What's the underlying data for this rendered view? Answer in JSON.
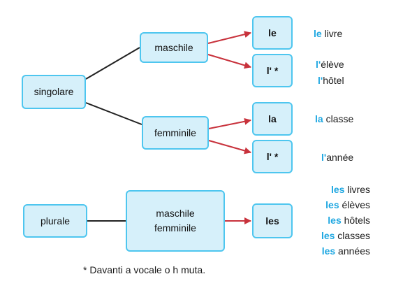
{
  "nodes": {
    "singolare": "singolare",
    "maschile": "maschile",
    "femminile": "femminile",
    "plurale": "plurale",
    "maschile_femminile": [
      "maschile",
      "femminile"
    ],
    "le": "le",
    "l_masc": "l' *",
    "la": "la",
    "l_fem": "l' *",
    "les": "les"
  },
  "examples": {
    "le": [
      {
        "article": "le",
        "word": " livre"
      }
    ],
    "l_masc": [
      {
        "article": "l'",
        "word": "élève"
      },
      {
        "article": "l'",
        "word": "hôtel"
      }
    ],
    "la": [
      {
        "article": "la",
        "word": " classe"
      }
    ],
    "l_fem": [
      {
        "article": "l'",
        "word": "année"
      }
    ],
    "les": [
      {
        "article": "les",
        "word": " livres"
      },
      {
        "article": "les",
        "word": " élèves"
      },
      {
        "article": "les",
        "word": " hôtels"
      },
      {
        "article": "les",
        "word": " classes"
      },
      {
        "article": "les",
        "word": " années"
      }
    ]
  },
  "footnote": "* Davanti a vocale o h muta.",
  "colors": {
    "node_fill": "#d6f0fa",
    "node_border": "#4ec6ef",
    "arrow": "#c8323c",
    "line": "#222222",
    "article_highlight": "#1ea7e1"
  }
}
